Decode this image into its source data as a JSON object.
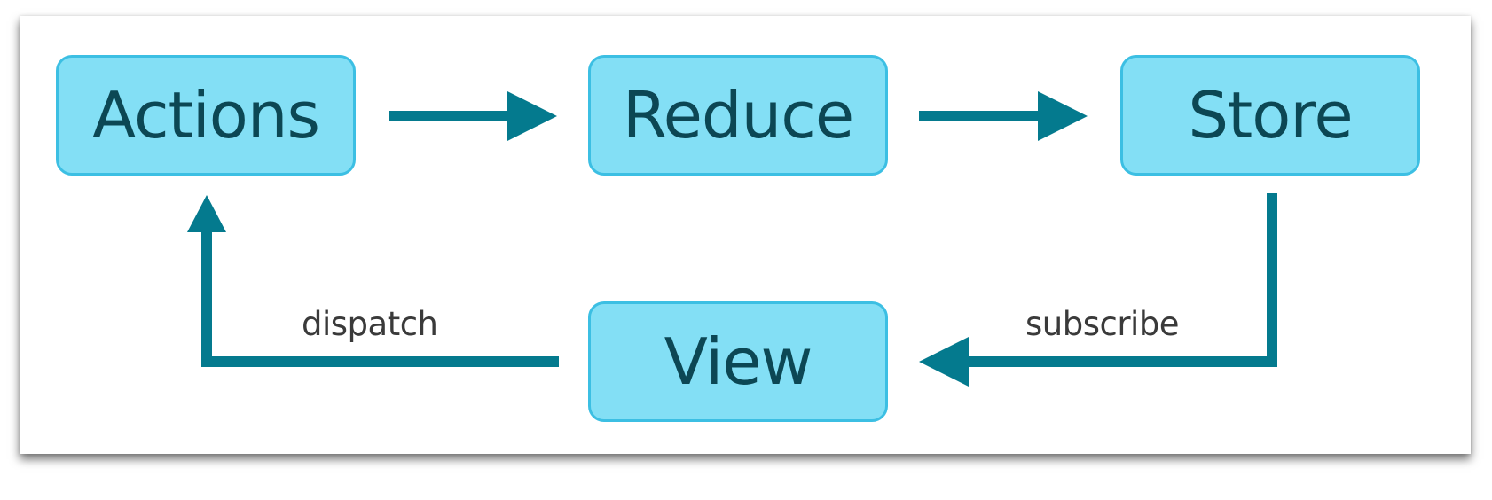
{
  "diagram": {
    "nodes": {
      "actions": "Actions",
      "reduce": "Reduce",
      "store": "Store",
      "view": "View"
    },
    "edge_labels": {
      "dispatch": "dispatch",
      "subscribe": "subscribe"
    },
    "colors": {
      "node_fill": "#83dff5",
      "node_border": "#3cbfe3",
      "node_text": "#0c4754",
      "arrow": "#047a8e"
    }
  }
}
